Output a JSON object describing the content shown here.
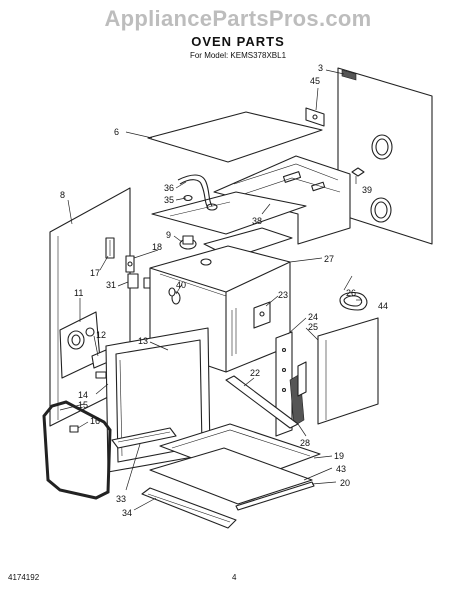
{
  "watermark": "AppliancePartsPros.com",
  "title": "OVEN PARTS",
  "model_line": "For Model: KEMS378XBL1",
  "footer": {
    "doc_number": "4174192",
    "page": "4"
  },
  "callouts": {
    "c1": "3",
    "c2": "45",
    "c3": "6",
    "c4": "36",
    "c5": "35",
    "c6": "39",
    "c7": "8",
    "c8": "38",
    "c9": "9",
    "c10": "18",
    "c11": "17",
    "c12": "31",
    "c13": "40",
    "c14": "27",
    "c15": "26",
    "c16": "44",
    "c17": "11",
    "c18": "23",
    "c19": "24",
    "c20": "25",
    "c21": "12",
    "c22": "13",
    "c23": "22",
    "c24": "14",
    "c25": "15",
    "c26": "28",
    "c27": "16",
    "c28": "19",
    "c29": "43",
    "c30": "20",
    "c31": "33",
    "c32": "34"
  }
}
